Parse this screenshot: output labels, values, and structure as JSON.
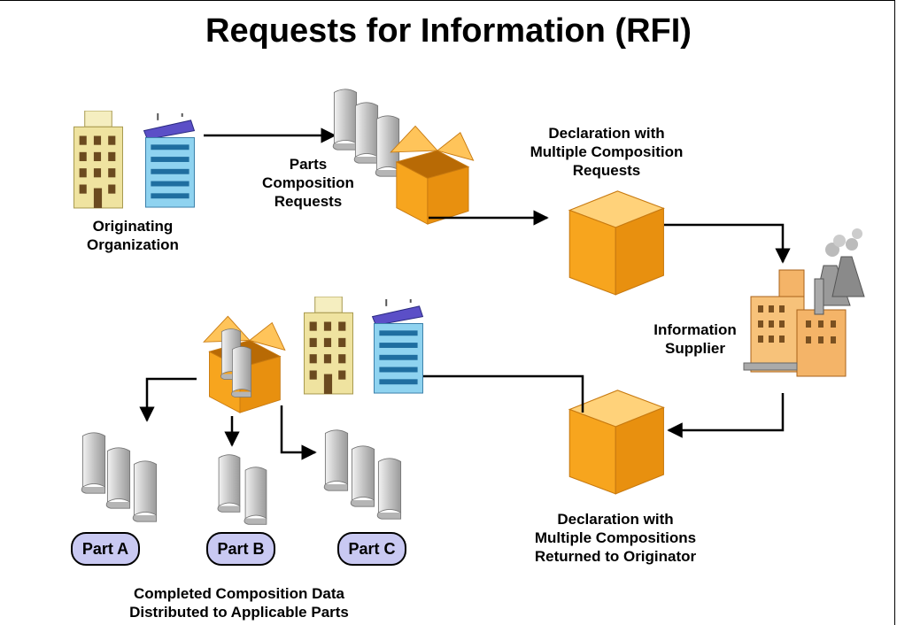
{
  "title": "Requests for Information (RFI)",
  "labels": {
    "originating": [
      "Originating",
      "Organization"
    ],
    "parts_requests": [
      "Parts",
      "Composition",
      "Requests"
    ],
    "declaration_requests": [
      "Declaration with",
      "Multiple Composition",
      "Requests"
    ],
    "information_supplier": [
      "Information",
      "Supplier"
    ],
    "declaration_returned": [
      "Declaration with",
      "Multiple Compositions",
      "Returned to Originator"
    ],
    "completed": [
      "Completed Composition Data",
      "Distributed to Applicable Parts"
    ]
  },
  "parts": [
    "Part A",
    "Part B",
    "Part C"
  ],
  "colors": {
    "box": "#f7a51e",
    "box_dark": "#d9820a",
    "box_light": "#ffd27a",
    "scroll": "#c8c8c8",
    "pill": "#c9c9f2",
    "building": "#efe3a0",
    "office": "#8fd3f0",
    "factory": "#f4b468"
  }
}
